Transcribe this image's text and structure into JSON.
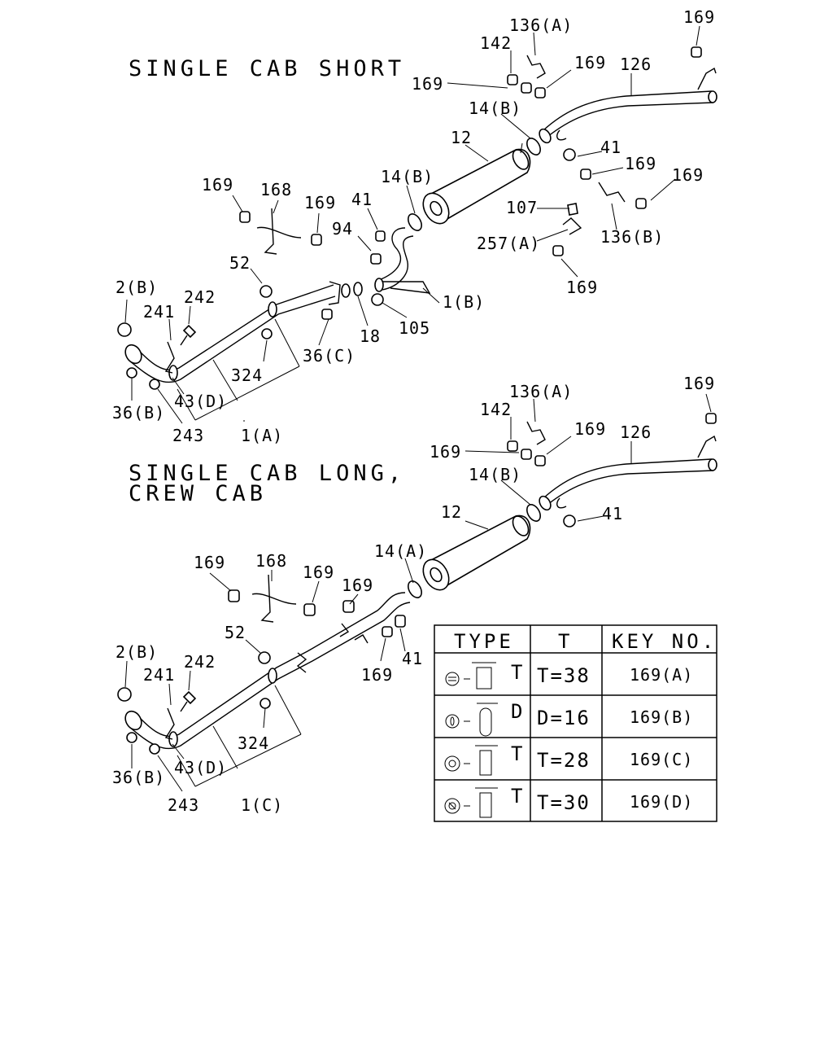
{
  "diagram": {
    "title_upper": "SINGLE CAB SHORT",
    "title_lower_line1": "SINGLE CAB LONG,",
    "title_lower_line2": "CREW CAB"
  },
  "callouts_upper": [
    {
      "label": "169"
    },
    {
      "label": "136(A)"
    },
    {
      "label": "142"
    },
    {
      "label": "169"
    },
    {
      "label": "126"
    },
    {
      "label": "169"
    },
    {
      "label": "14(B)"
    },
    {
      "label": "12"
    },
    {
      "label": "41"
    },
    {
      "label": "169"
    },
    {
      "label": "169"
    },
    {
      "label": "14(B)"
    },
    {
      "label": "107"
    },
    {
      "label": "257(A)"
    },
    {
      "label": "136(B)"
    },
    {
      "label": "169"
    },
    {
      "label": "168"
    },
    {
      "label": "169"
    },
    {
      "label": "41"
    },
    {
      "label": "94"
    },
    {
      "label": "169"
    },
    {
      "label": "52"
    },
    {
      "label": "2(B)"
    },
    {
      "label": "242"
    },
    {
      "label": "241"
    },
    {
      "label": "1(B)"
    },
    {
      "label": "105"
    },
    {
      "label": "18"
    },
    {
      "label": "36(C)"
    },
    {
      "label": "324"
    },
    {
      "label": "43(D)"
    },
    {
      "label": "36(B)"
    },
    {
      "label": "243"
    },
    {
      "label": "1(A)"
    }
  ],
  "callouts_lower": [
    {
      "label": "169"
    },
    {
      "label": "136(A)"
    },
    {
      "label": "142"
    },
    {
      "label": "169"
    },
    {
      "label": "126"
    },
    {
      "label": "169"
    },
    {
      "label": "14(B)"
    },
    {
      "label": "12"
    },
    {
      "label": "41"
    },
    {
      "label": "14(A)"
    },
    {
      "label": "169"
    },
    {
      "label": "168"
    },
    {
      "label": "169"
    },
    {
      "label": "169"
    },
    {
      "label": "52"
    },
    {
      "label": "2(B)"
    },
    {
      "label": "242"
    },
    {
      "label": "241"
    },
    {
      "label": "169"
    },
    {
      "label": "41"
    },
    {
      "label": "324"
    },
    {
      "label": "43(D)"
    },
    {
      "label": "36(B)"
    },
    {
      "label": "243"
    },
    {
      "label": "1(C)"
    }
  ],
  "key_table": {
    "headers": [
      "TYPE",
      "T",
      "KEY NO."
    ],
    "rows": [
      {
        "type_letter": "T",
        "value": "T=38",
        "key": "169(A)"
      },
      {
        "type_letter": "D",
        "value": "D=16",
        "key": "169(B)"
      },
      {
        "type_letter": "T",
        "value": "T=28",
        "key": "169(C)"
      },
      {
        "type_letter": "T",
        "value": "T=30",
        "key": "169(D)"
      }
    ]
  }
}
